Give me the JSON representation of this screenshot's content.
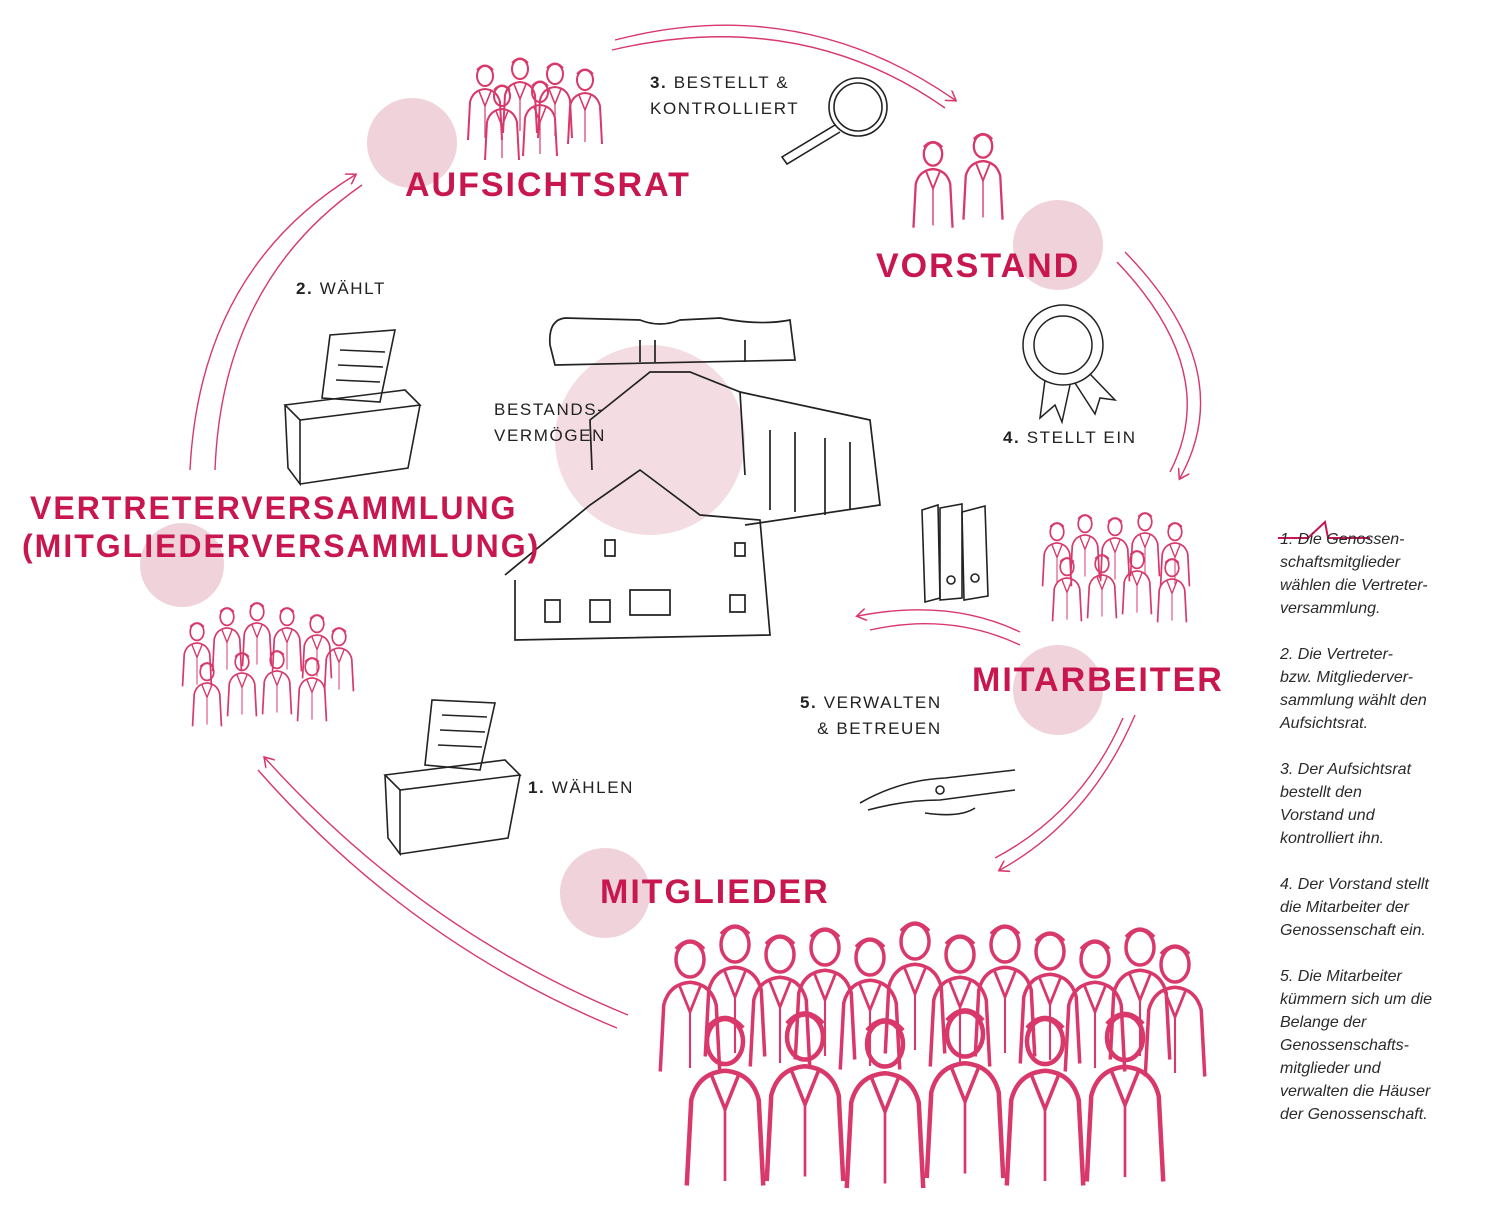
{
  "colors": {
    "accent": "#c8174f",
    "circle_fill": "#efd2da",
    "sketch": "#d8386a"
  },
  "roles": {
    "aufsichtsrat": "AUFSICHTSRAT",
    "vorstand": "VORSTAND",
    "mitarbeiter": "MITARBEITER",
    "mitglieder": "MITGLIEDER",
    "vertreterversammlung_line1": "VERTRETERVERSAMMLUNG",
    "vertreterversammlung_line2": "(MITGLIEDERVERSAMMLUNG)"
  },
  "steps": {
    "s1": {
      "num": "1.",
      "text": "WÄHLEN"
    },
    "s2": {
      "num": "2.",
      "text": "WÄHLT"
    },
    "s3": {
      "num": "3.",
      "line1": "BESTELLT &",
      "line2": "KONTROLLIERT"
    },
    "s4": {
      "num": "4.",
      "text": "STELLT EIN"
    },
    "s5": {
      "num": "5.",
      "line1": "VERWALTEN",
      "line2": "& BETREUEN"
    }
  },
  "bestand": {
    "line1": "BESTANDS-",
    "line2": "VERMÖGEN"
  },
  "sidebar": [
    "1. Die Genossen-\nschaftsmitglieder\nwählen die Vertreter-\nversammlung.",
    "2. Die Vertreter-\nbzw. Mitgliederver-\nsammlung wählt den\nAufsichtsrat.",
    "3. Der Aufsichtsrat\nbestellt den\nVorstand und\nkontrolliert ihn.",
    "4. Der Vorstand stellt\ndie Mitarbeiter der\nGenossenschaft ein.",
    "5. Die Mitarbeiter\nkümmern sich um die\nBelange der\nGenossenschafts-\nmitglieder und\nverwalten die Häuser\nder Genossenschaft."
  ]
}
